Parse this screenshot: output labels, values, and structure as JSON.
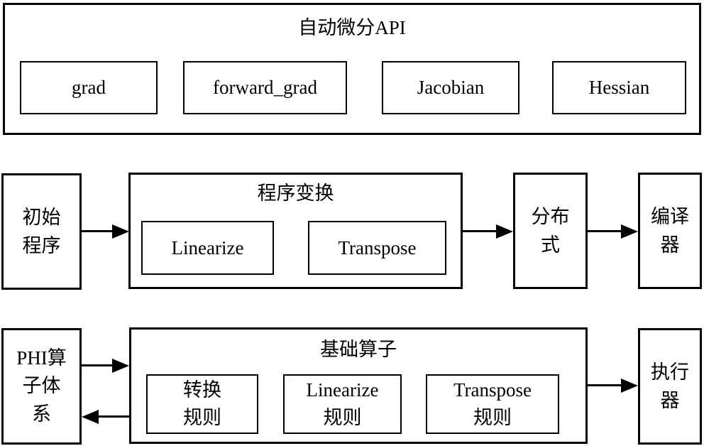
{
  "api": {
    "title": "自动微分API",
    "items": [
      "grad",
      "forward_grad",
      "Jacobian",
      "Hessian"
    ]
  },
  "flow": {
    "initial_program": "初始\n程序",
    "transform": {
      "title": "程序变换",
      "items": [
        "Linearize",
        "Transpose"
      ]
    },
    "distributed": "分布\n式",
    "compiler": "编译\n器"
  },
  "ops": {
    "phi_system": "PHI算\n子体\n系",
    "basic": {
      "title": "基础算子",
      "items": [
        "转换\n规则",
        "Linearize\n规则",
        "Transpose\n规则"
      ]
    },
    "executor": "执行\n器"
  },
  "colors": {
    "stroke": "#000000",
    "background": "#ffffff"
  }
}
